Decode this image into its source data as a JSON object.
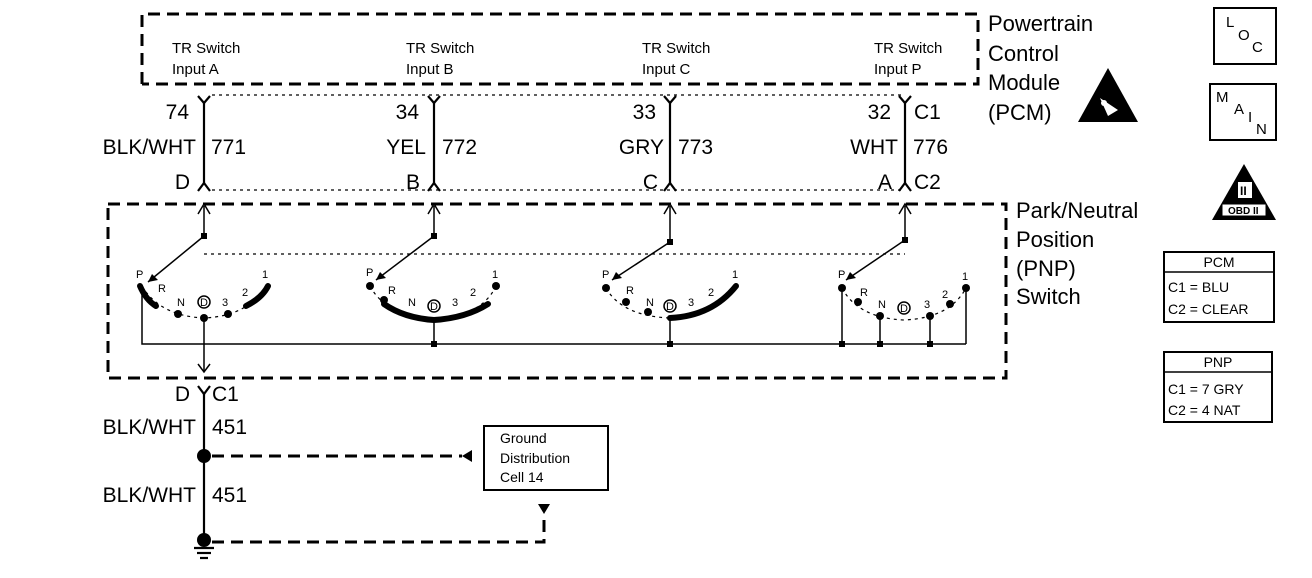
{
  "pcm": {
    "title_lines": [
      "Powertrain",
      "Control",
      "Module",
      "(PCM)"
    ],
    "inputs": [
      {
        "line1": "TR Switch",
        "line2": "Input A"
      },
      {
        "line1": "TR Switch",
        "line2": "Input B"
      },
      {
        "line1": "TR Switch",
        "line2": "Input C"
      },
      {
        "line1": "TR Switch",
        "line2": "Input P"
      }
    ],
    "connector_label": "C1"
  },
  "circuits": [
    {
      "pin_top": "74",
      "color": "BLK/WHT",
      "circuit": "771",
      "pin_bottom": "D"
    },
    {
      "pin_top": "34",
      "color": "YEL",
      "circuit": "772",
      "pin_bottom": "B"
    },
    {
      "pin_top": "33",
      "color": "GRY",
      "circuit": "773",
      "pin_bottom": "C"
    },
    {
      "pin_top": "32",
      "color": "WHT",
      "circuit": "776",
      "pin_bottom": "A"
    }
  ],
  "pnp": {
    "title_lines": [
      "Park/Neutral",
      "Position",
      "(PNP)",
      "Switch"
    ],
    "connector_label": "C2",
    "positions": [
      "P",
      "R",
      "N",
      "D",
      "3",
      "2",
      "1"
    ]
  },
  "ground": {
    "pin": "D",
    "connector": "C1",
    "segments": [
      {
        "color": "BLK/WHT",
        "circuit": "451"
      },
      {
        "color": "BLK/WHT",
        "circuit": "451"
      }
    ],
    "distribution_lines": [
      "Ground",
      "Distribution",
      "Cell 14"
    ]
  },
  "icons": {
    "loc": "LOC",
    "main": "MAIN",
    "obd": "OBD II"
  },
  "legend_pcm": {
    "title": "PCM",
    "rows": [
      "C1 = BLU",
      "C2 = CLEAR"
    ]
  },
  "legend_pnp": {
    "title": "PNP",
    "rows": [
      "C1 = 7 GRY",
      "C2 = 4 NAT"
    ]
  }
}
